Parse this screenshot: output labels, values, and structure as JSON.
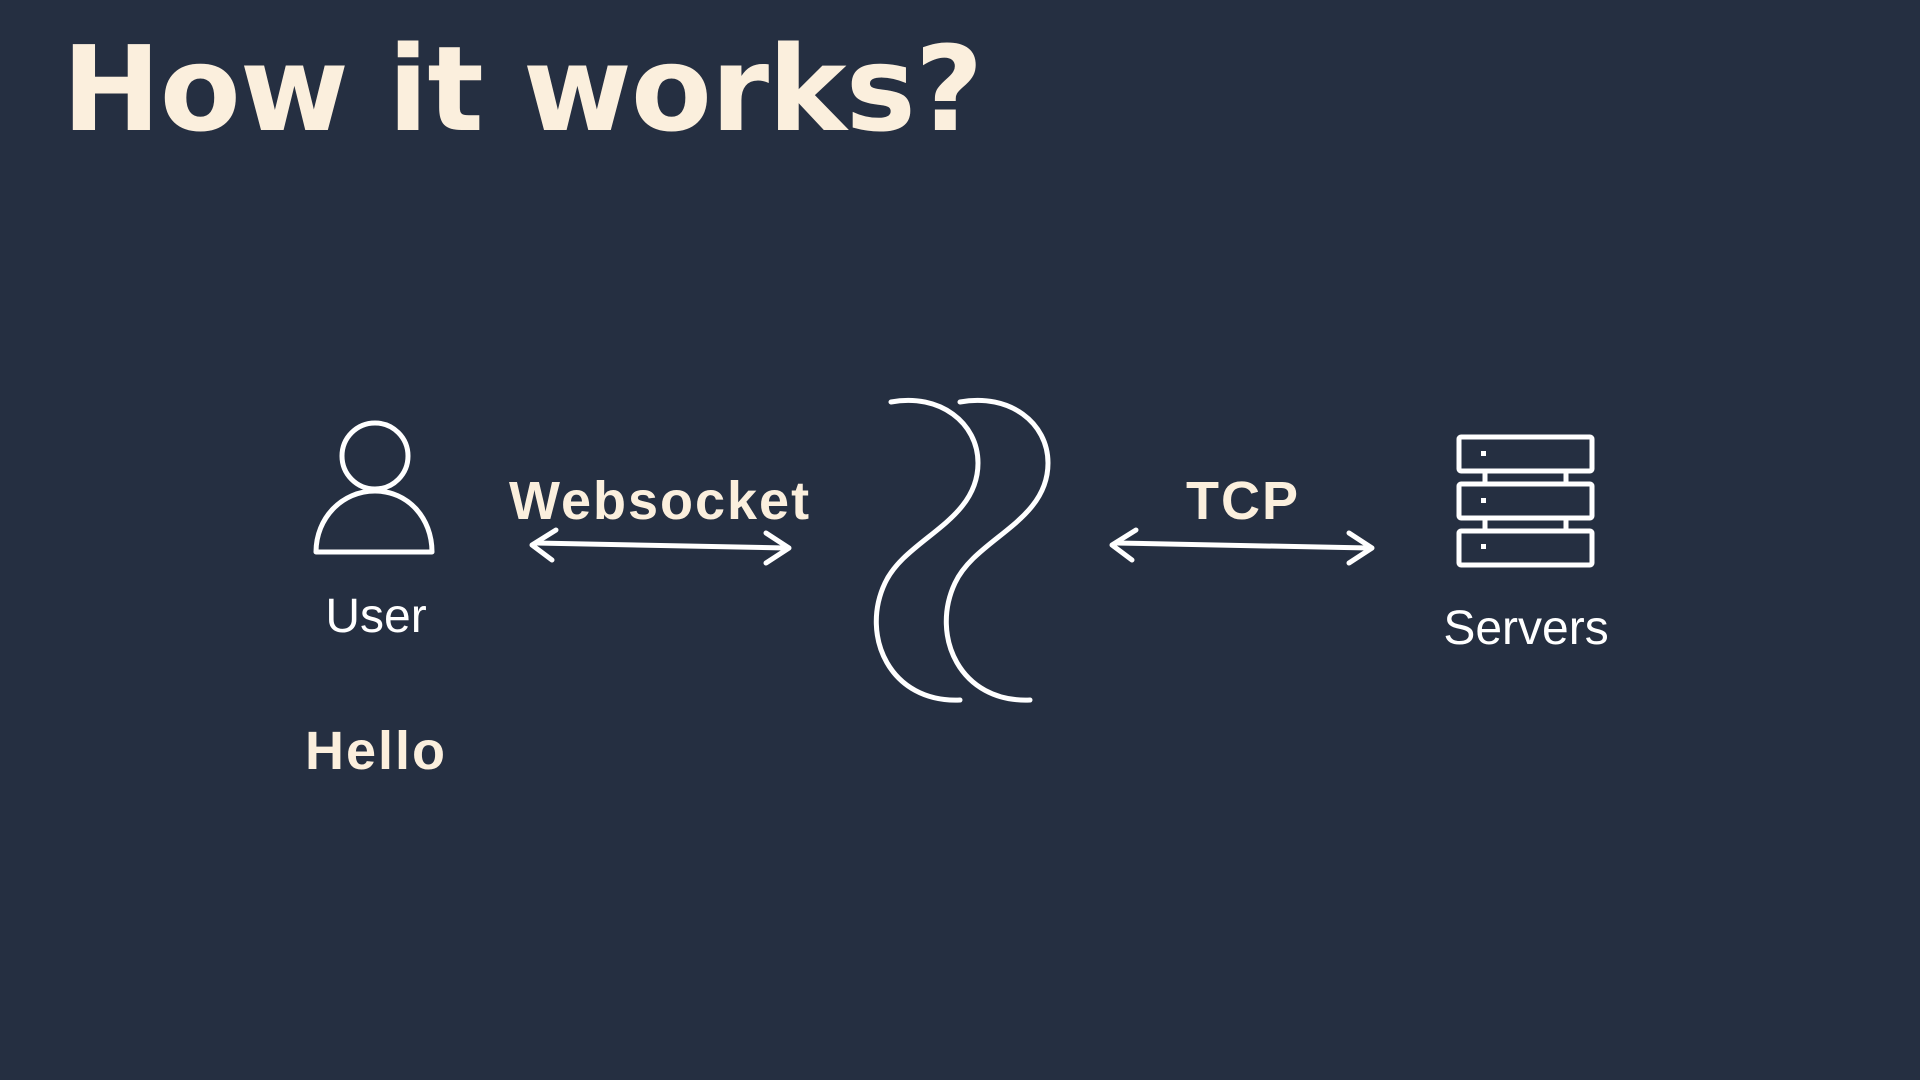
{
  "page": {
    "title": "How it works?",
    "background_color": "#252f41",
    "accent_color": "#fbefdd"
  },
  "diagram": {
    "nodes": [
      {
        "id": "user",
        "label": "User",
        "icon": "user-icon"
      },
      {
        "id": "broker",
        "label": "",
        "icon": "double-s-curve-logo-icon"
      },
      {
        "id": "servers",
        "label": "Servers",
        "icon": "server-stack-icon"
      }
    ],
    "edges": [
      {
        "from": "user",
        "to": "broker",
        "label": "Websocket",
        "direction": "bidirectional"
      },
      {
        "from": "broker",
        "to": "servers",
        "label": "TCP",
        "direction": "bidirectional"
      }
    ],
    "message": "Hello"
  }
}
